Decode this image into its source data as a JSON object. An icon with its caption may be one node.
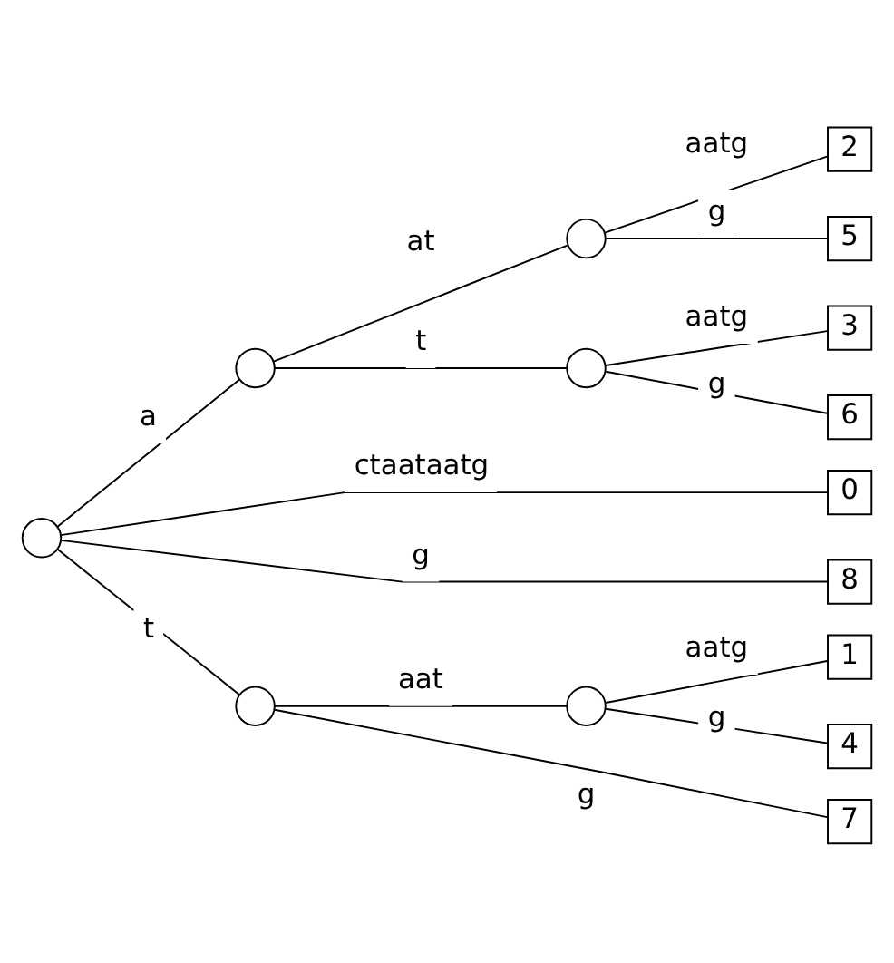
{
  "diagram": {
    "nodes": [
      {
        "text": [],
        "shape": "circle"
      },
      {
        "text": [],
        "shape": "circle"
      },
      {
        "text": [],
        "shape": "circle"
      },
      {
        "text": [
          "2"
        ]
      },
      {
        "text": [
          "5"
        ]
      },
      {
        "text": [],
        "shape": "circle"
      },
      {
        "text": [
          "3"
        ]
      },
      {
        "text": [
          "6"
        ]
      },
      {
        "text": [
          "0"
        ]
      },
      {
        "text": [
          "8"
        ]
      },
      {
        "text": [],
        "shape": "circle"
      },
      {
        "text": [],
        "shape": "circle"
      },
      {
        "text": [
          "1"
        ]
      },
      {
        "text": [
          "4"
        ]
      },
      {
        "text": [
          "7"
        ]
      }
    ],
    "edges": [
      {
        "from": 0,
        "to": 1,
        "arrow": "none",
        "label": "a"
      },
      {
        "from": 1,
        "to": 2,
        "arrow": "none",
        "label": "at"
      },
      {
        "from": 2,
        "to": 3,
        "arrow": "none",
        "label": "aatg"
      },
      {
        "from": 2,
        "to": 4,
        "arrow": "none",
        "label": "g"
      },
      {
        "from": 1,
        "to": 5,
        "arrow": "none",
        "label": "t"
      },
      {
        "from": 5,
        "to": 6,
        "arrow": "none",
        "label": "aatg"
      },
      {
        "from": 5,
        "to": 7,
        "arrow": "none",
        "label": "g"
      },
      {
        "from": 0,
        "to": 8,
        "arrow": "none",
        "label": "ctaataatg"
      },
      {
        "from": 0,
        "to": 9,
        "arrow": "none",
        "label": "g"
      },
      {
        "from": 0,
        "to": 10,
        "arrow": "none",
        "label": "t"
      },
      {
        "from": 10,
        "to": 11,
        "arrow": "none",
        "label": "aat"
      },
      {
        "from": 11,
        "to": 12,
        "arrow": "none",
        "label": "aatg"
      },
      {
        "from": 11,
        "to": 13,
        "arrow": "none",
        "label": "g"
      },
      {
        "from": 10,
        "to": 14,
        "arrow": "none",
        "label": "g"
      }
    ]
  }
}
